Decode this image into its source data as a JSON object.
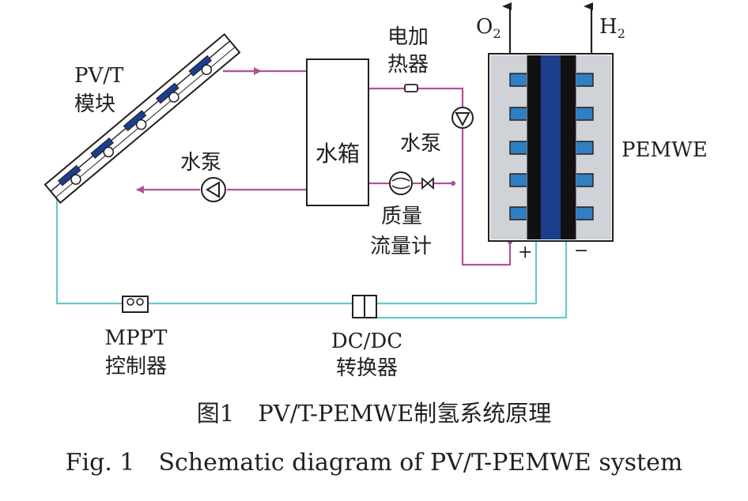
{
  "colors": {
    "thermal_pipe": "#b0539a",
    "electric_wire": "#6cc6ce",
    "line": "#231f20",
    "cell_fill": "#cfd2d6",
    "electrode_blue": "#2f7fc2",
    "membrane_blue": "#1b3f8c",
    "plate_black": "#111111"
  },
  "labels": {
    "pvt_line1": "PV/T",
    "pvt_line2": "模块",
    "pump_left": "水泵",
    "tank": "水箱",
    "heater_line1": "电加",
    "heater_line2": "热器",
    "pump_right": "水泵",
    "flowmeter_line1": "质量",
    "flowmeter_line2": "流量计",
    "o2_main": "O",
    "o2_sub": "2",
    "h2_main": "H",
    "h2_sub": "2",
    "pemwe": "PEMWE",
    "plus": "+",
    "minus": "−",
    "mppt_line1": "MPPT",
    "mppt_line2": "控制器",
    "dcdc_line1": "DC/DC",
    "dcdc_line2": "转换器"
  },
  "icons": {
    "pvt_module": "tilted-solar-panel-icon",
    "pump": "pump-icon",
    "heater": "heater-icon",
    "flowmeter": "flowmeter-icon",
    "mppt": "mppt-controller-icon",
    "dcdc": "dc-dc-converter-icon"
  },
  "caption": {
    "cn_prefix": "图1",
    "cn_text": "PV/T-PEMWE制氢系统原理",
    "en_prefix": "Fig. 1",
    "en_text": "Schematic diagram of PV/T-PEMWE system"
  }
}
